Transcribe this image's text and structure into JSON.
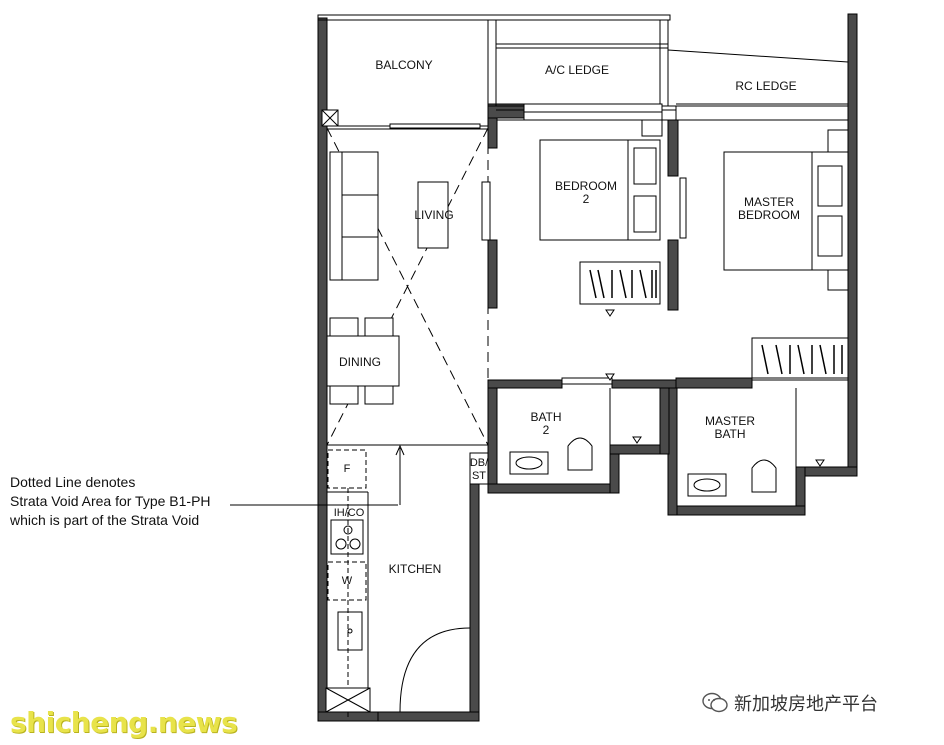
{
  "rooms": {
    "balcony": "BALCONY",
    "ac_ledge": "A/C LEDGE",
    "rc_ledge": "RC LEDGE",
    "bedroom2_line1": "BEDROOM",
    "bedroom2_line2": "2",
    "master_bedroom_line1": "MASTER",
    "master_bedroom_line2": "BEDROOM",
    "living": "LIVING",
    "dining": "DINING",
    "bath2_line1": "BATH",
    "bath2_line2": "2",
    "master_bath_line1": "MASTER",
    "master_bath_line2": "BATH",
    "kitchen": "KITCHEN"
  },
  "fixtures": {
    "fridge": "F",
    "induction_cooker": "IH/CO",
    "washer": "W",
    "db_line1": "DB/",
    "db_line2": "ST"
  },
  "note": {
    "line1": "Dotted Line denotes",
    "line2": "Strata Void Area for Type B1-PH",
    "line3": "which is part of the Strata Void"
  },
  "watermarks": {
    "left": "shicheng.news",
    "right": "新加坡房地产平台"
  }
}
